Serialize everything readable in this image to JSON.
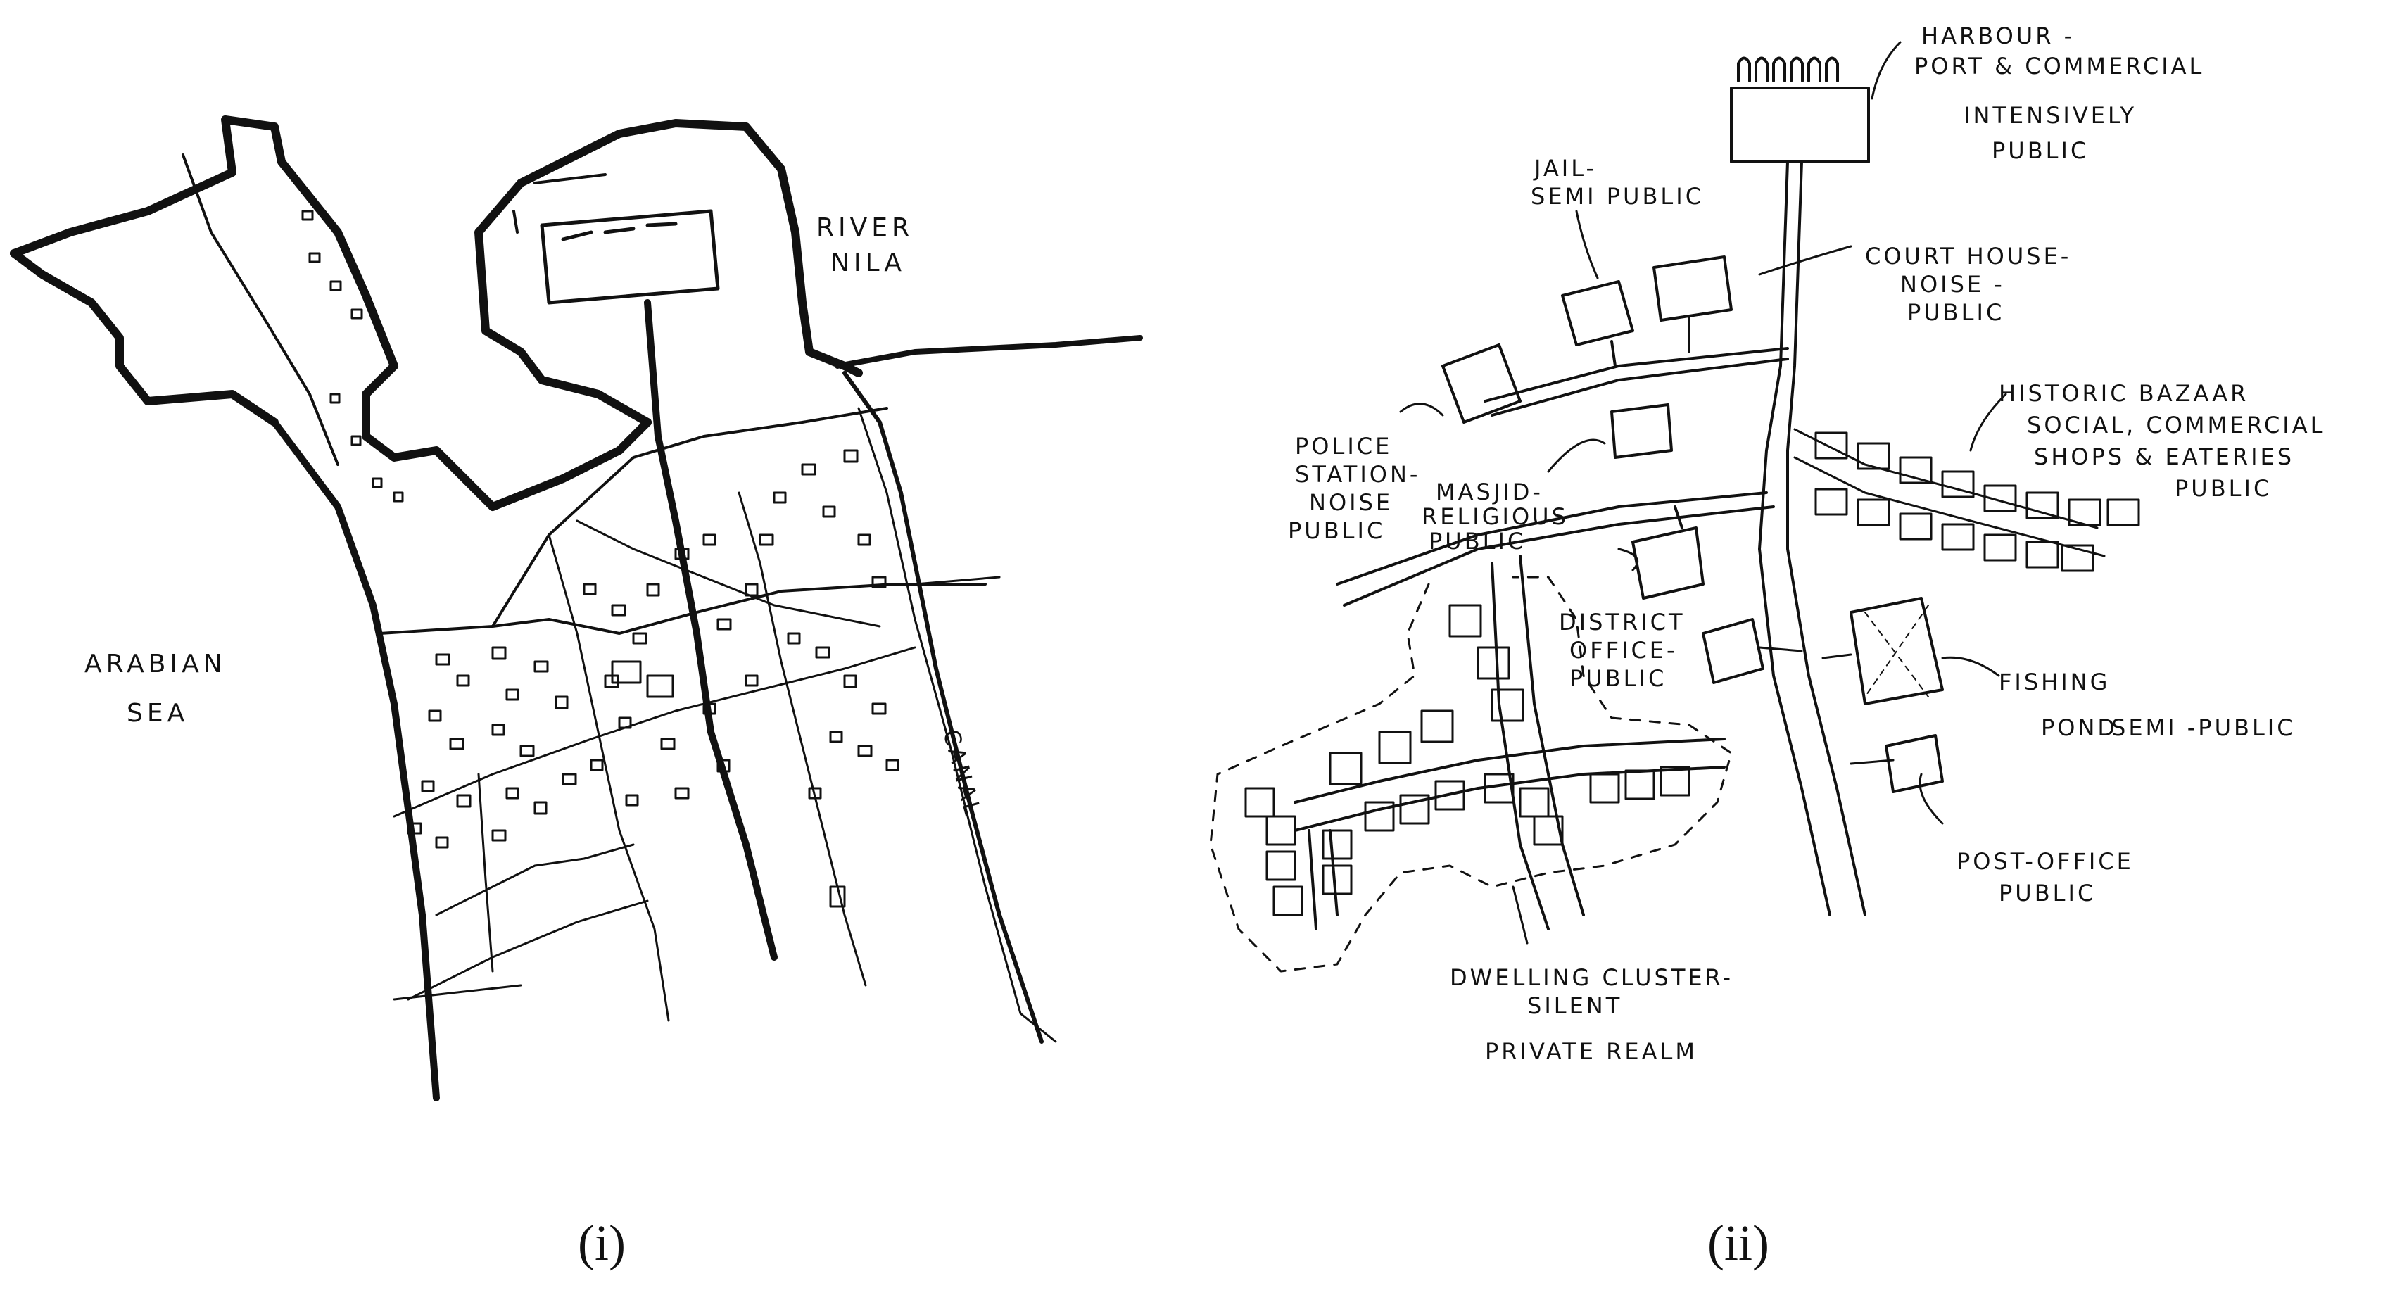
{
  "panels": [
    {
      "caption": "(i)"
    },
    {
      "caption": "(ii)"
    }
  ],
  "map_labels": {
    "river": [
      "RIVER",
      "NILA"
    ],
    "sea": [
      "ARABIAN",
      "SEA"
    ],
    "canal": "CANAL"
  },
  "zoning_labels": {
    "harbour": [
      "HARBOUR -",
      "PORT & COMMERCIAL",
      "INTENSIVELY",
      "PUBLIC"
    ],
    "jail": [
      "JAIL-",
      "SEMI PUBLIC"
    ],
    "court_house": [
      "COURT HOUSE-",
      "NOISE -",
      "PUBLIC"
    ],
    "police_station": [
      "POLICE",
      "STATION-",
      "NOISE",
      "PUBLIC"
    ],
    "masjid": [
      "MASJID-",
      "RELIGIOUS",
      "PUBLIC"
    ],
    "district_office": [
      "DISTRICT",
      "OFFICE-",
      "PUBLIC"
    ],
    "historic_bazaar": [
      "HISTORIC BAZAAR",
      "SOCIAL, COMMERCIAL",
      "SHOPS & EATERIES",
      "PUBLIC"
    ],
    "fishing_pond": [
      "FISHING",
      "POND",
      "SEMI -PUBLIC"
    ],
    "post_office": [
      "POST-OFFICE",
      "PUBLIC"
    ],
    "dwelling": [
      "DWELLING CLUSTER-",
      "SILENT",
      "PRIVATE   REALM"
    ]
  }
}
